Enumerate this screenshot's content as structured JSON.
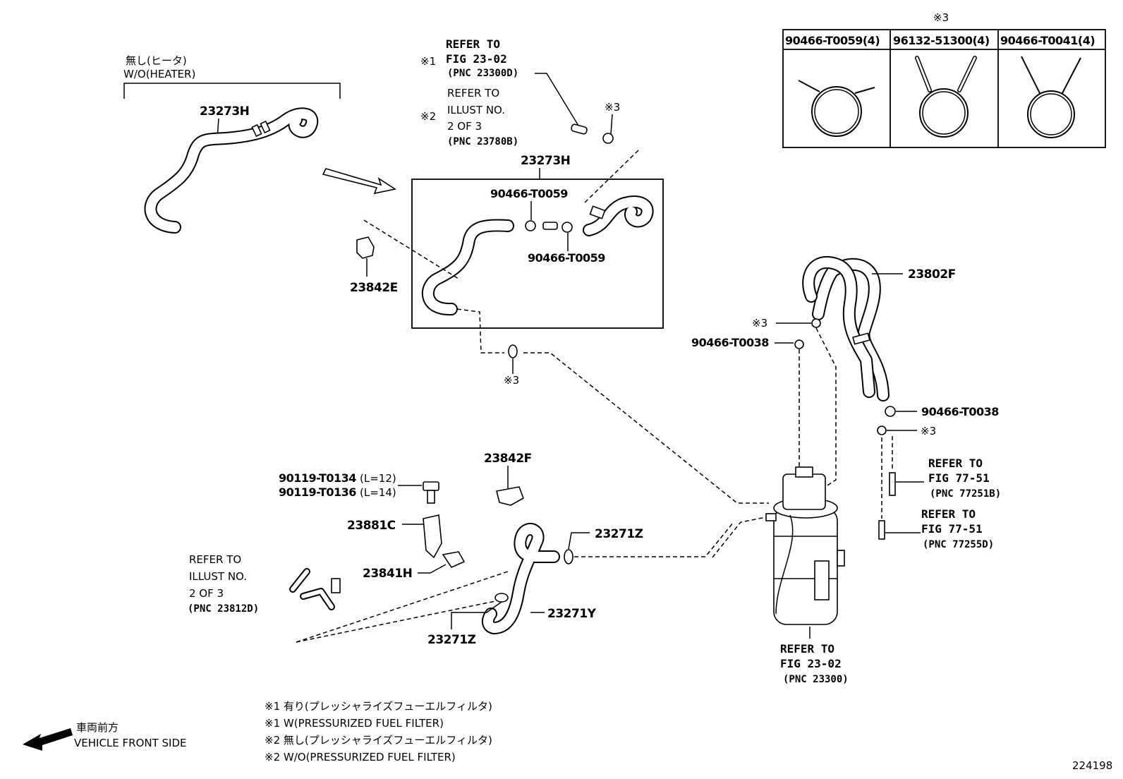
{
  "diagram_id": "224198",
  "heater_group": {
    "jp": "無し(ヒータ)",
    "en": "W/O(HEATER)"
  },
  "parts": {
    "p23273H_left": "23273H",
    "p23273H_box": "23273H",
    "p90466_T0059_a": "90466-T0059",
    "p90466_T0059_b": "90466-T0059",
    "p23842E": "23842E",
    "p23802F": "23802F",
    "p90466_T0038_a": "90466-T0038",
    "p90466_T0038_b": "90466-T0038",
    "p23842F": "23842F",
    "p90119_T0134": "90119-T0134",
    "p90119_T0134_len": "(L=12)",
    "p90119_T0136": "90119-T0136",
    "p90119_T0136_len": "(L=14)",
    "p23881C": "23881C",
    "p23841H": "23841H",
    "p23271Z_a": "23271Z",
    "p23271Z_b": "23271Z",
    "p23271Y": "23271Y"
  },
  "refs": {
    "fig2302_top": {
      "mark": "※1",
      "l1": "REFER TO",
      "l2": "FIG 23-02",
      "l3": "(PNC 23300D)"
    },
    "illust_top": {
      "mark": "※2",
      "l1": "REFER TO",
      "l2": "ILLUST NO.",
      "l3": "2 OF 3",
      "l4": "(PNC 23780B)"
    },
    "fig7751_a": {
      "l1": "REFER TO",
      "l2": "FIG 77-51",
      "l3": "(PNC 77251B)"
    },
    "fig7751_b": {
      "l1": "REFER TO",
      "l2": "FIG 77-51",
      "l3": "(PNC 77255D)"
    },
    "illust_left": {
      "l1": "REFER TO",
      "l2": "ILLUST NO.",
      "l3": "2 OF 3",
      "l4": "(PNC 23812D)"
    },
    "fig2302_bottom": {
      "l1": "REFER TO",
      "l2": "FIG 23-02",
      "l3": "(PNC 23300)"
    }
  },
  "marks": {
    "m3": "※3"
  },
  "clamp_table": {
    "header_mark": "※3",
    "columns": [
      "90466-T0059(4)",
      "96132-51300(4)",
      "90466-T0041(4)"
    ]
  },
  "legend": [
    "※1 有り(プレッシャライズフューエルフィルタ)",
    "※1 W(PRESSURIZED FUEL FILTER)",
    "※2 無し(プレッシャライズフューエルフィルタ)",
    "※2 W/O(PRESSURIZED FUEL FILTER)"
  ],
  "front": {
    "jp": "車両前方",
    "en": "VEHICLE FRONT SIDE"
  }
}
